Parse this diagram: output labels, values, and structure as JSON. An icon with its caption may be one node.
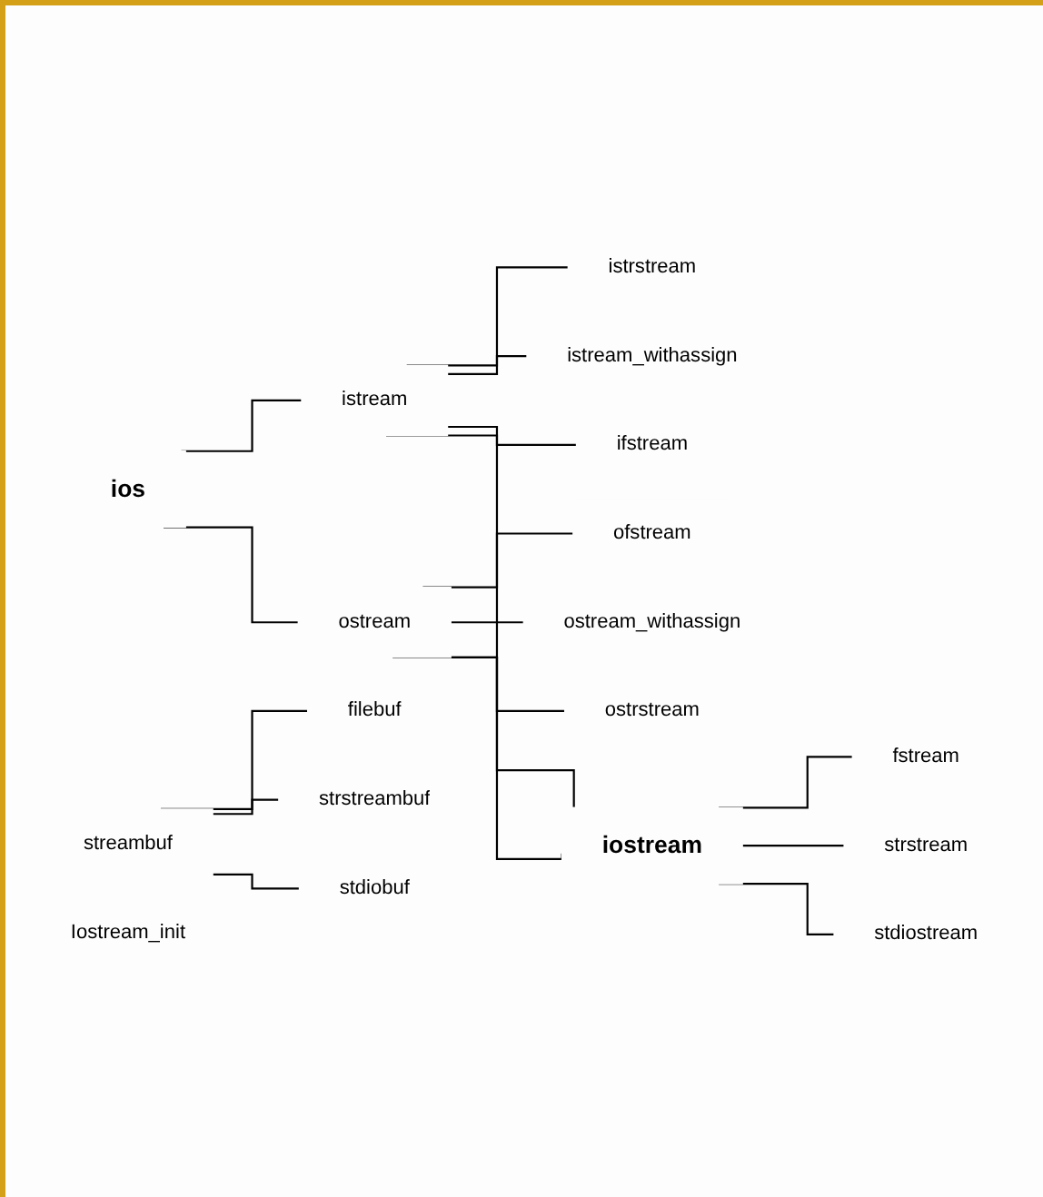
{
  "diagram": {
    "nodes": [
      {
        "text": [
          "ios"
        ]
      },
      {
        "text": [
          "istream"
        ]
      },
      {
        "text": [
          "istrstream"
        ]
      },
      {
        "text": [
          "istream_withassign"
        ]
      },
      {
        "text": [
          "ifstream"
        ]
      },
      {
        "text": [
          "ostream"
        ]
      },
      {
        "text": [
          "ofstream"
        ]
      },
      {
        "text": [
          "ostream_withassign"
        ]
      },
      {
        "text": [
          "ostrstream"
        ]
      },
      {
        "text": [
          "iostream"
        ]
      },
      {
        "text": [
          "fstream"
        ]
      },
      {
        "text": [
          "strstream"
        ]
      },
      {
        "text": [
          "stdiostream"
        ]
      },
      {
        "text": [
          "streambuf"
        ]
      },
      {
        "text": [
          "filebuf"
        ]
      },
      {
        "text": [
          "strstreambuf"
        ]
      },
      {
        "text": [
          "stdiobuf"
        ]
      },
      {
        "text": [
          "Iostream_init"
        ]
      }
    ],
    "edges": [
      {
        "from": 0,
        "to": 1,
        "arrow": "none"
      },
      {
        "from": 0,
        "to": 5,
        "arrow": "none"
      },
      {
        "from": 1,
        "to": 9,
        "arrow": "none"
      },
      {
        "from": 1,
        "to": 2,
        "arrow": "none"
      },
      {
        "from": 1,
        "to": 3,
        "arrow": "none"
      },
      {
        "from": 1,
        "to": 4,
        "arrow": "none"
      },
      {
        "from": 5,
        "to": 9,
        "arrow": "none"
      },
      {
        "from": 5,
        "to": 6,
        "arrow": "none"
      },
      {
        "from": 5,
        "to": 7,
        "arrow": "none"
      },
      {
        "from": 5,
        "to": 8,
        "arrow": "none"
      },
      {
        "from": 9,
        "to": 10,
        "arrow": "none"
      },
      {
        "from": 9,
        "to": 11,
        "arrow": "none"
      },
      {
        "from": 9,
        "to": 12,
        "arrow": "none"
      },
      {
        "from": 13,
        "to": 14,
        "arrow": "none"
      },
      {
        "from": 13,
        "to": 15,
        "arrow": "none"
      },
      {
        "from": 13,
        "to": 16,
        "arrow": "none"
      }
    ]
  }
}
